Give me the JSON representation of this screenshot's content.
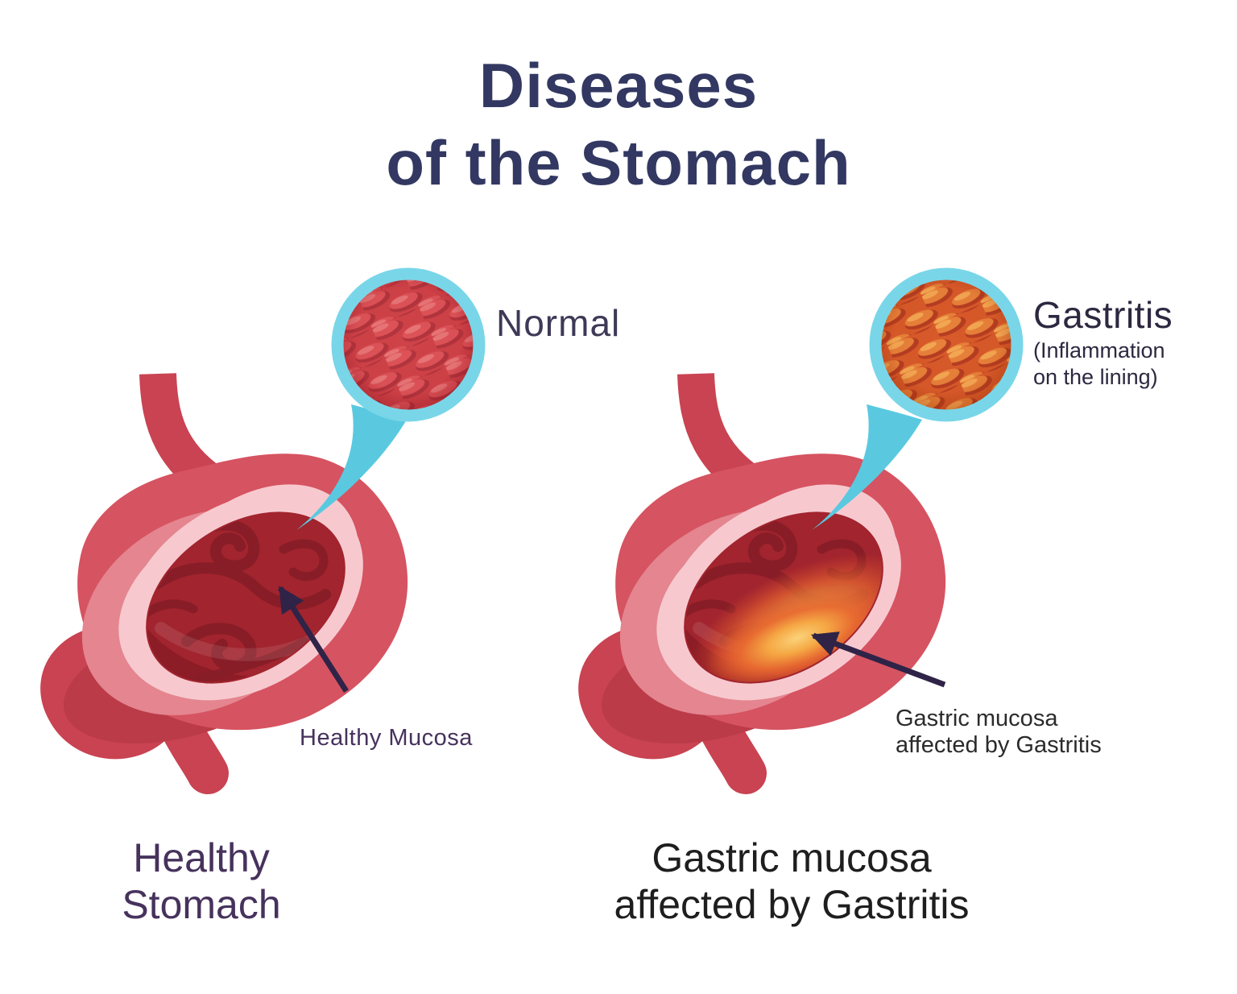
{
  "title": {
    "line1": "Diseases",
    "line2": "of the Stomach"
  },
  "insets": {
    "normal": {
      "label": "Normal"
    },
    "gastritis": {
      "label": "Gastritis",
      "note_line1": "(Inflammation",
      "note_line2": "on the lining)"
    }
  },
  "annotations": {
    "healthy_mucosa": "Healthy Mucosa",
    "affected_line1": "Gastric mucosa",
    "affected_line2": "affected by Gastritis"
  },
  "captions": {
    "healthy_line1": "Healthy",
    "healthy_line2": "Stomach",
    "gastritis_line1": "Gastric mucosa",
    "gastritis_line2": "affected by Gastritis"
  },
  "colors": {
    "title-navy": "#323861",
    "label-purple": "#46325c",
    "note-purple": "#2d2840",
    "normal-purple": "#3e3957",
    "text-dark": "#1e1e1e",
    "annotation-dark": "#2b2b2b",
    "cyan-ring": "#79d6e8",
    "cyan-wedge": "#5ac9e0",
    "stomach-red": "#d65361",
    "tube-red": "#c94352",
    "shadow-red": "#bb3b49",
    "crescent-pink": "#e4858f",
    "lining-pink": "#f7c9cf",
    "interior-red": "#a1242e",
    "swirl-red": "#851d27",
    "inflamed-orange": "#f2a93b",
    "arrow-navy": "#2f2347"
  }
}
